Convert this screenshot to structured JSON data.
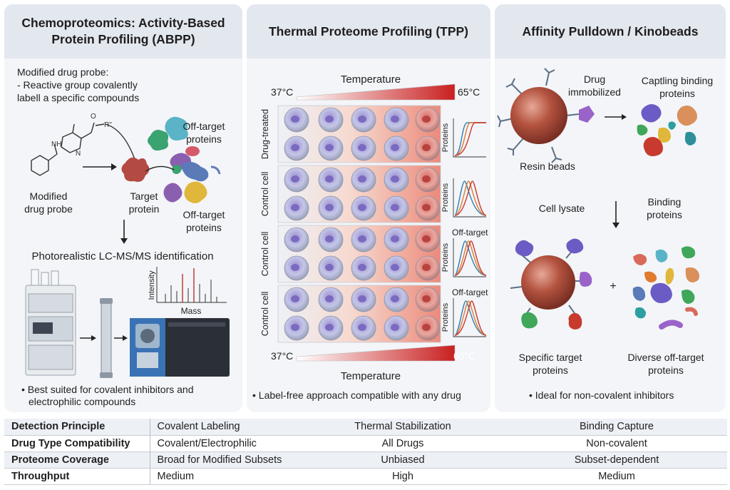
{
  "abpp": {
    "title": "Chemoproteomics: Activity-Based Protein Profiling (ABPP)",
    "probe_desc_line1": "Modified drug probe:",
    "probe_desc_line2": "- Reactive group covalently",
    "probe_desc_line3": "labell a specific compounds",
    "probe_label_1": "Modified",
    "probe_label_2": "drug probe",
    "r_group": "R\"",
    "nh_label": "NH",
    "n_label": "N",
    "o_label": "O",
    "target_1": "Target",
    "target_2": "protein",
    "offtarget_top_1": "Off-target",
    "offtarget_top_2": "proteins",
    "offtarget_bottom_1": "Off-target",
    "offtarget_bottom_2": "proteins",
    "lcms_title": "Photorealistic LC-MS/MS identification",
    "intensity_label": "Intensity",
    "mass_label": "Mass",
    "note_1": "• Best suited for covalent inhibitors and",
    "note_2": "electrophilic compounds"
  },
  "tpp": {
    "title": "Thermal Proteome Profiling (TPP)",
    "temp_top": "Temperature",
    "temp_bottom": "Temperature",
    "t_low_top": "37°C",
    "t_high_top": "65°C",
    "t_low_bottom": "37°C",
    "t_high_bottom": "65°C",
    "rows": [
      {
        "label": "Drug-treated",
        "curve_title": ""
      },
      {
        "label": "Control cell",
        "curve_title": ""
      },
      {
        "label": "Control cell",
        "curve_title": "Off-target"
      },
      {
        "label": "Control cell",
        "curve_title": "Off-target"
      }
    ],
    "curve_axis": "Proteins",
    "note": "• Label-free approach compatible with any drug"
  },
  "affinity": {
    "title": "Affinity Pulldown / Kinobeads",
    "drug_1": "Drug",
    "drug_2": "immobilized",
    "capturing_1": "Captling binding",
    "capturing_2": "proteins",
    "resin": "Resin beads",
    "lysate": "Cell lysate",
    "binding_1": "Binding",
    "binding_2": "proteins",
    "plus": "+",
    "specific_1": "Specific target",
    "specific_2": "proteins",
    "diverse_1": "Diverse off-target",
    "diverse_2": "proteins",
    "note": "• Ideal for non-covalent inhibitors"
  },
  "table": {
    "rows": [
      {
        "header": "Detection Principle",
        "abpp": "Covalent Labeling",
        "tpp": "Thermal Stabilization",
        "affinity": "Binding Capture"
      },
      {
        "header": "Drug Type Compatibility",
        "abpp": "Covalent/Electrophilic",
        "tpp": "All Drugs",
        "affinity": "Non-covalent"
      },
      {
        "header": "Proteome Coverage",
        "abpp": "Broad for Modified Subsets",
        "tpp": "Unbiased",
        "affinity": "Subset-dependent"
      },
      {
        "header": "Throughput",
        "abpp": "Medium",
        "tpp": "High",
        "affinity": "Medium"
      }
    ]
  },
  "colors": {
    "panel_bg": "#f3f5f8",
    "header_bg": "#e3e7ee",
    "heat_red": "#d42a2a",
    "bead": "#b3533f",
    "curve_blue": "#2f7fb6",
    "curve_orange": "#e07b2e",
    "curve_red": "#c8392e",
    "curve_teal": "#2aa198"
  }
}
